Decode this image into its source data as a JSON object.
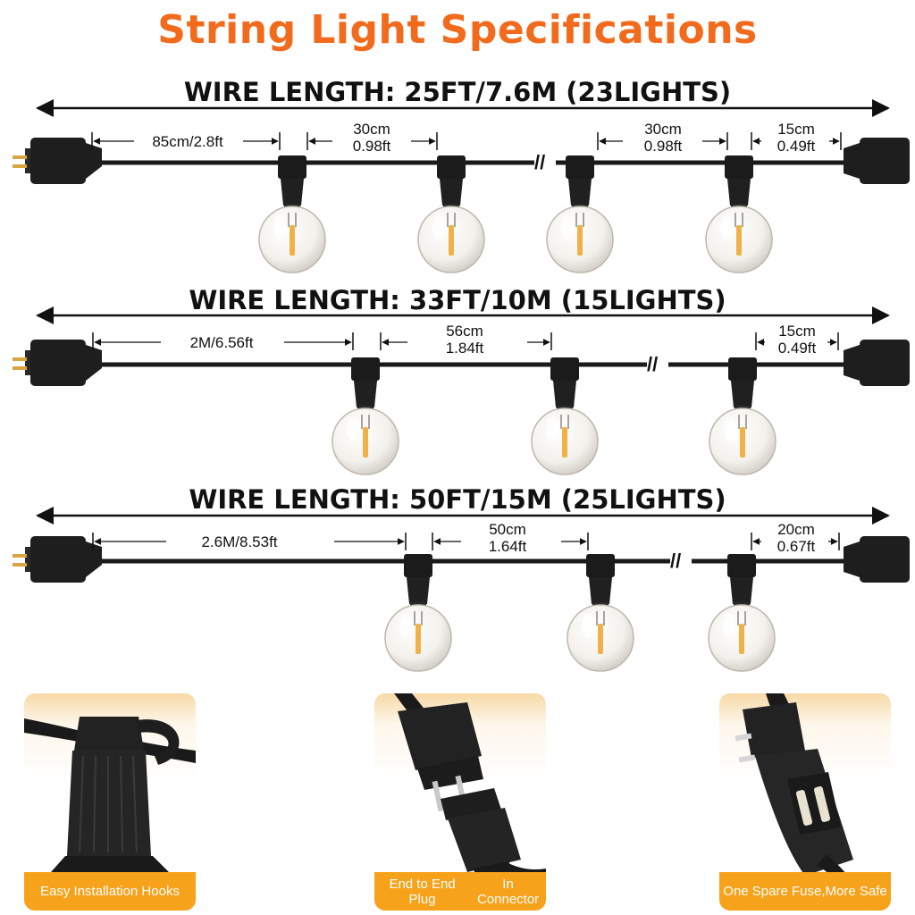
{
  "title": "String Light  Specifications",
  "accent_color": "#f26a1b",
  "caption_color": "#f7a21b",
  "rows": [
    {
      "wire_length": "WIRE LENGTH: 25FT/7.6M (23LIGHTS)",
      "lead": "85cm/2.8ft",
      "spacing_1": [
        "30cm",
        "0.98ft"
      ],
      "spacing_2": [
        "30cm",
        "0.98ft"
      ],
      "tail": [
        "15cm",
        "0.49ft"
      ]
    },
    {
      "wire_length": "WIRE LENGTH: 33FT/10M (15LIGHTS)",
      "lead": "2M/6.56ft",
      "spacing_1": [
        "56cm",
        "1.84ft"
      ],
      "tail": [
        "15cm",
        "0.49ft"
      ]
    },
    {
      "wire_length": "WIRE LENGTH: 50FT/15M (25LIGHTS)",
      "lead": "2.6M/8.53ft",
      "spacing_1": [
        "50cm",
        "1.64ft"
      ],
      "tail": [
        "20cm",
        "0.67ft"
      ]
    }
  ],
  "features": [
    {
      "icon": "hook-socket-icon",
      "caption": [
        "Easy Installation Hooks"
      ]
    },
    {
      "icon": "plug-connector-icon",
      "caption": [
        "End to End Plug",
        "In Connector"
      ]
    },
    {
      "icon": "fuse-plug-icon",
      "caption": [
        "One Spare Fuse,",
        "More Safe"
      ]
    }
  ]
}
